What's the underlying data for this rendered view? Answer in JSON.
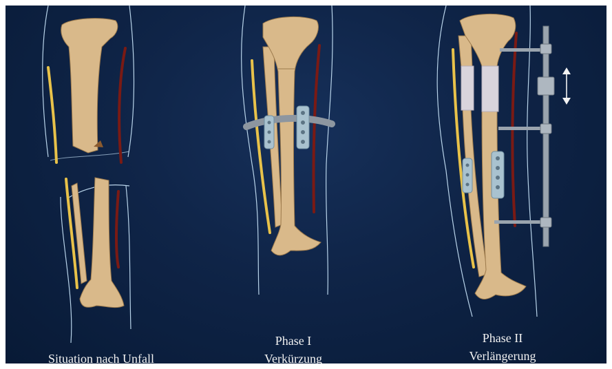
{
  "panels": [
    {
      "caption_lines": [
        "Situation nach Unfall"
      ]
    },
    {
      "caption_lines": [
        "Phase I",
        "Verkürzung"
      ]
    },
    {
      "caption_lines": [
        "Phase II",
        "Verlängerung"
      ]
    }
  ],
  "colors": {
    "background": "#0f2447",
    "bone": "#d9b98a",
    "bone_outline": "#9c7a4c",
    "artery": "#7a1a14",
    "fibula_line": "#e8c24a",
    "skin_outline": "#b9d4ea",
    "callus": "#d9d4dc",
    "fixator": "#9aa4ae",
    "plate": "#a9c2cf"
  },
  "icons": {
    "distraction_arrow": "double-vertical-arrow-icon"
  }
}
